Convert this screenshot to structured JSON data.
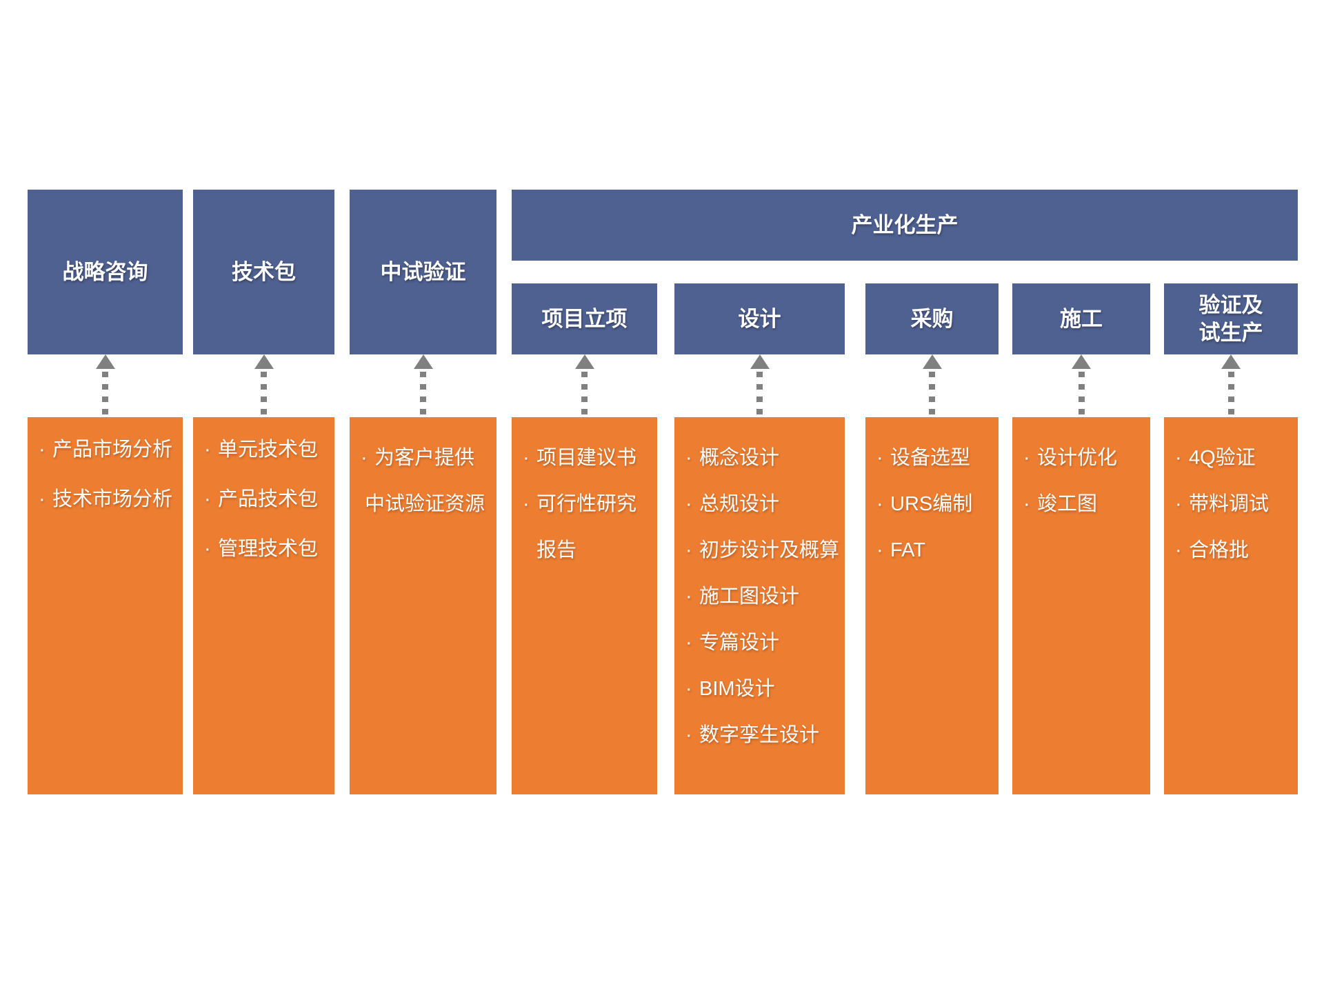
{
  "page": {
    "background": "#FFFFFF"
  },
  "diagram": {
    "colors": {
      "header_blue": "#4F6191",
      "body_orange": "#ED7D31",
      "arrow_gray": "#808080",
      "text_white": "#FFFFFF"
    },
    "bullet_char": "·",
    "industrialization_header": {
      "label": "产业化生产"
    },
    "columns": [
      {
        "id": "strategy-consulting",
        "group": "standalone",
        "header_lines": [
          "战略咨询"
        ],
        "items": [
          {
            "bullet": true,
            "text": "产品市场分析"
          },
          {
            "bullet": true,
            "text": "技术市场分析"
          }
        ]
      },
      {
        "id": "technology-package",
        "group": "standalone",
        "header_lines": [
          "技术包"
        ],
        "items": [
          {
            "bullet": true,
            "text": "单元技术包"
          },
          {
            "bullet": true,
            "text": "产品技术包"
          },
          {
            "bullet": true,
            "text": "管理技术包"
          }
        ]
      },
      {
        "id": "pilot-verification",
        "group": "standalone",
        "header_lines": [
          "中试验证"
        ],
        "items": [
          {
            "bullet": true,
            "text": "为客户提供"
          },
          {
            "bullet": false,
            "indent": "small",
            "text": "中试验证资源"
          }
        ]
      },
      {
        "id": "project-initiation",
        "group": "industrialization",
        "header_lines": [
          "项目立项"
        ],
        "items": [
          {
            "bullet": true,
            "text": "项目建议书"
          },
          {
            "bullet": true,
            "text": "可行性研究"
          },
          {
            "bullet": false,
            "indent": "hang",
            "text": "报告"
          }
        ]
      },
      {
        "id": "design",
        "group": "industrialization",
        "header_lines": [
          "设计"
        ],
        "items": [
          {
            "bullet": true,
            "text": "概念设计"
          },
          {
            "bullet": true,
            "text": "总规设计"
          },
          {
            "bullet": true,
            "text": "初步设计及概算"
          },
          {
            "bullet": true,
            "text": "施工图设计"
          },
          {
            "bullet": true,
            "text": "专篇设计"
          },
          {
            "bullet": true,
            "text": "BIM设计"
          },
          {
            "bullet": true,
            "text": "数字孪生设计"
          }
        ]
      },
      {
        "id": "procurement",
        "group": "industrialization",
        "header_lines": [
          "采购"
        ],
        "items": [
          {
            "bullet": true,
            "text": "设备选型"
          },
          {
            "bullet": true,
            "text": "URS编制"
          },
          {
            "bullet": true,
            "text": "FAT"
          }
        ]
      },
      {
        "id": "construction",
        "group": "industrialization",
        "header_lines": [
          "施工"
        ],
        "items": [
          {
            "bullet": true,
            "text": "设计优化"
          },
          {
            "bullet": true,
            "text": "竣工图"
          }
        ]
      },
      {
        "id": "validation-trial-production",
        "group": "industrialization",
        "header_lines": [
          "验证及",
          "试生产"
        ],
        "items": [
          {
            "bullet": true,
            "text": "4Q验证"
          },
          {
            "bullet": true,
            "text": "带料调试"
          },
          {
            "bullet": true,
            "text": "合格批"
          }
        ]
      }
    ]
  }
}
